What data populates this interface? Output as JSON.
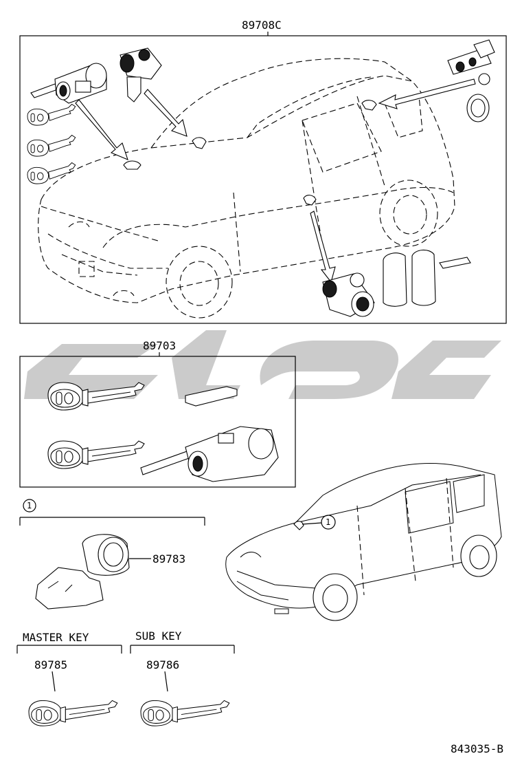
{
  "diagram": {
    "labels": {
      "assembly_top": "89708C",
      "assembly_mid": "89703",
      "part_cylinder": "89783",
      "master_key_pn": "89785",
      "sub_key_pn": "89786",
      "footer_code": "843035-B"
    },
    "callouts": {
      "ref1": "1",
      "ref1_car": "1"
    },
    "headings": {
      "master_key": "MASTER KEY",
      "sub_key": "SUB KEY"
    },
    "watermark": {
      "color": "#8c8c8c"
    }
  }
}
